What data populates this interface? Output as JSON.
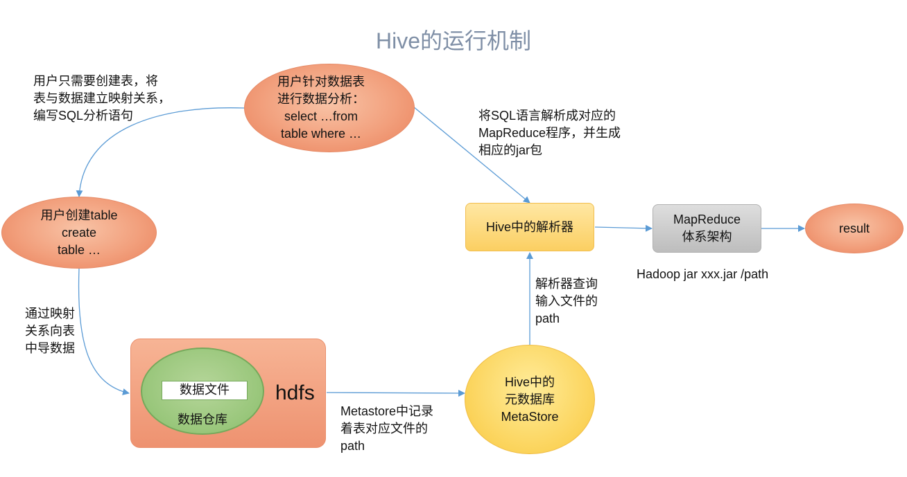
{
  "title": "Hive的运行机制",
  "notes": {
    "create_hint": "用户只需要创建表，将\n表与数据建立映射关系，\n编写SQL分析语句",
    "parse_hint": "将SQL语言解析成对应的\nMapReduce程序，并生成\n相应的jar包",
    "mapping_hint": "通过映射\n关系向表\n中导数据",
    "query_path_hint": "解析器查询\n输入文件的\npath",
    "metastore_hint": "Metastore中记录\n着表对应文件的\npath",
    "hadoop_command": "Hadoop jar xxx.jar /path"
  },
  "nodes": {
    "analysis": "用户针对数据表\n进行数据分析：\nselect …from\ntable where …",
    "create_table": "用户创建table\ncreate\ntable …",
    "parser": "Hive中的解析器",
    "mapreduce": "MapReduce\n体系架构",
    "result": "result",
    "metastore": "Hive中的\n元数据库\nMetaStore",
    "hdfs": "hdfs",
    "data_file": "数据文件",
    "warehouse": "数据仓库"
  },
  "colors": {
    "arrow": "#5b9bd5",
    "orange_node": "#f2a07d",
    "yellow_node": "#fbd35a",
    "gray_node": "#c9c9c9",
    "green_node": "#98c67a",
    "title": "#7f8fa6"
  }
}
